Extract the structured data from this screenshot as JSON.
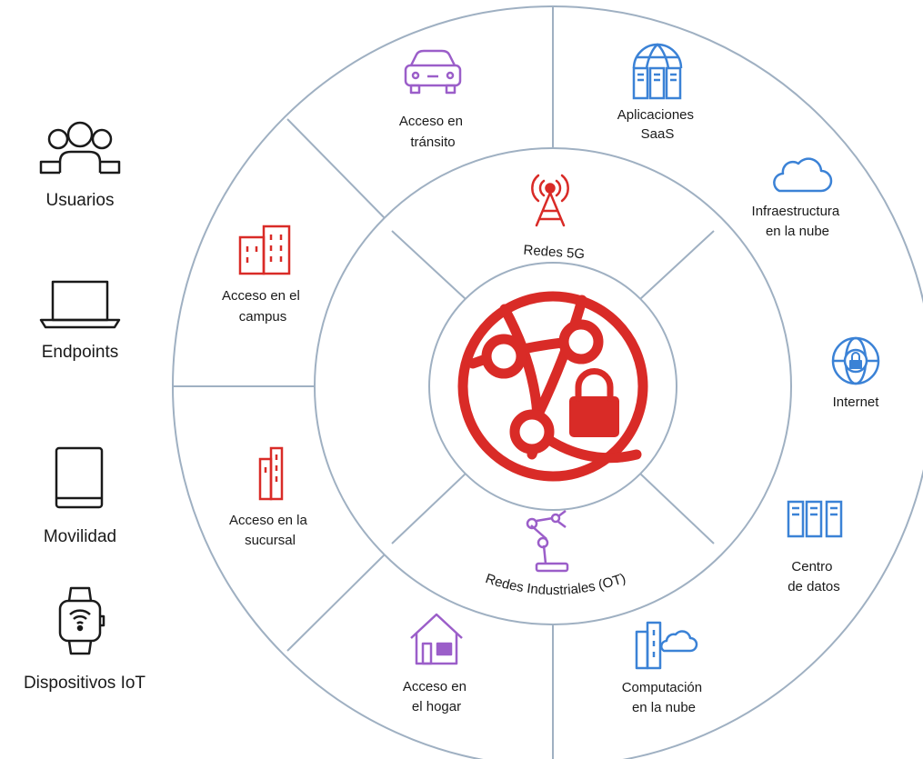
{
  "colors": {
    "ring": "#9fb0c2",
    "red": "#d92b27",
    "blue": "#3b82d6",
    "purple": "#9b5ec9",
    "dark": "#1a1a1a"
  },
  "endpoints": [
    {
      "label": "Usuarios",
      "icon": "users-icon"
    },
    {
      "label": "Endpoints",
      "icon": "laptop-icon"
    },
    {
      "label": "Movilidad",
      "icon": "tablet-icon"
    },
    {
      "label": "Dispositivos IoT",
      "icon": "smartwatch-icon"
    }
  ],
  "center": {
    "icon": "secure-network-globe-icon"
  },
  "inner_ring": {
    "top": {
      "label": "Redes 5G",
      "icon": "antenna-tower-icon"
    },
    "bottom": {
      "label": "Redes Industriales (OT)",
      "icon": "robotic-arm-icon"
    }
  },
  "outer_ring": {
    "transit": {
      "line1": "Acceso en",
      "line2": "tránsito",
      "icon": "car-icon"
    },
    "campus": {
      "line1": "Acceso en el",
      "line2": "campus",
      "icon": "campus-buildings-icon"
    },
    "branch": {
      "line1": "Acceso en la",
      "line2": "sucursal",
      "icon": "branch-building-icon"
    },
    "home": {
      "line1": "Acceso en",
      "line2": "el hogar",
      "icon": "house-icon"
    },
    "saas": {
      "line1": "Aplicaciones",
      "line2": "SaaS",
      "icon": "server-globe-icon"
    },
    "cloud_infra": {
      "line1": "Infraestructura",
      "line2": "en la nube",
      "icon": "cloud-icon"
    },
    "internet": {
      "line1": "Internet",
      "icon": "globe-lock-icon"
    },
    "datacenter": {
      "line1": "Centro",
      "line2": "de datos",
      "icon": "server-racks-icon"
    },
    "cloud_compute": {
      "line1": "Computación",
      "line2": "en la nube",
      "icon": "building-cloud-icon"
    }
  }
}
